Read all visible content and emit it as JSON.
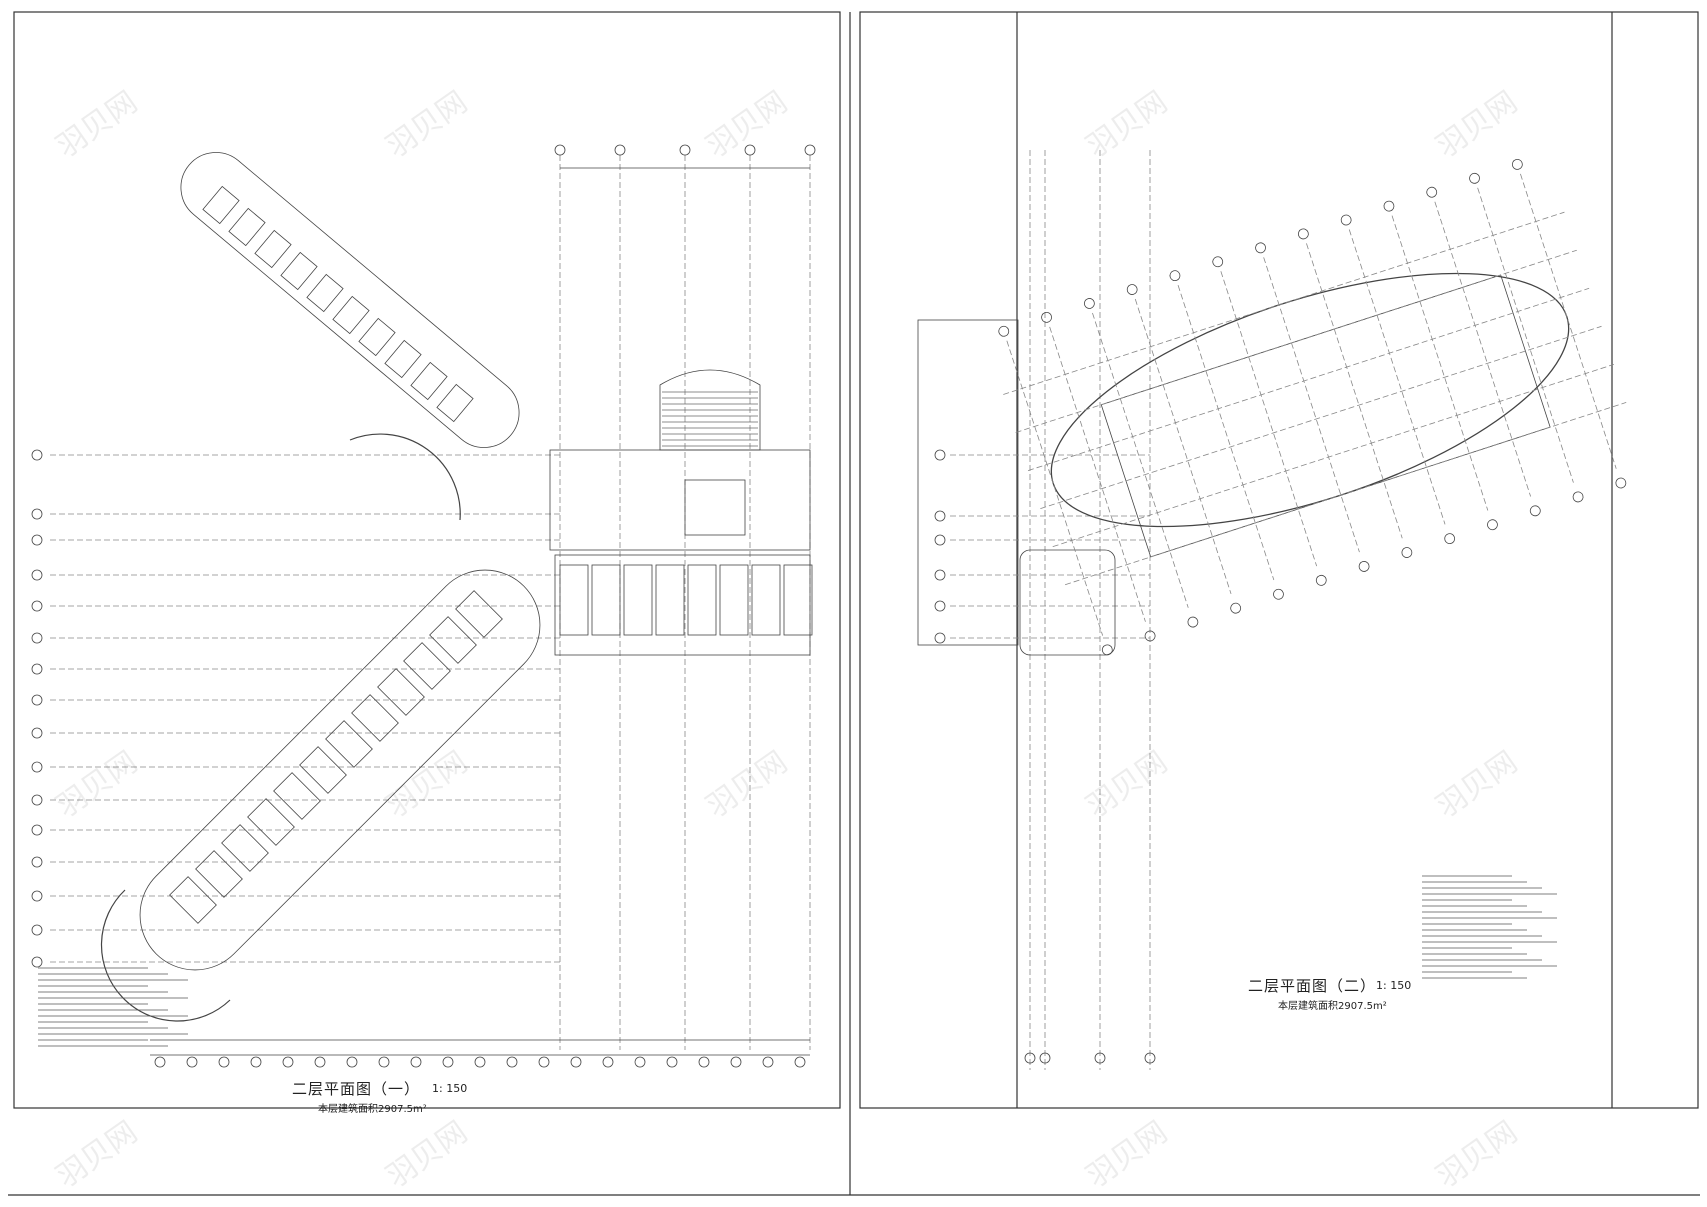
{
  "sheets": [
    {
      "title": "二层平面图（一）",
      "scale": "1: 150",
      "area_label": "本层建筑面积2907.5m²"
    },
    {
      "title": "二层平面图（二）",
      "scale": "1: 150",
      "area_label": "本层建筑面积2907.5m²"
    }
  ],
  "watermark": "羽贝网"
}
